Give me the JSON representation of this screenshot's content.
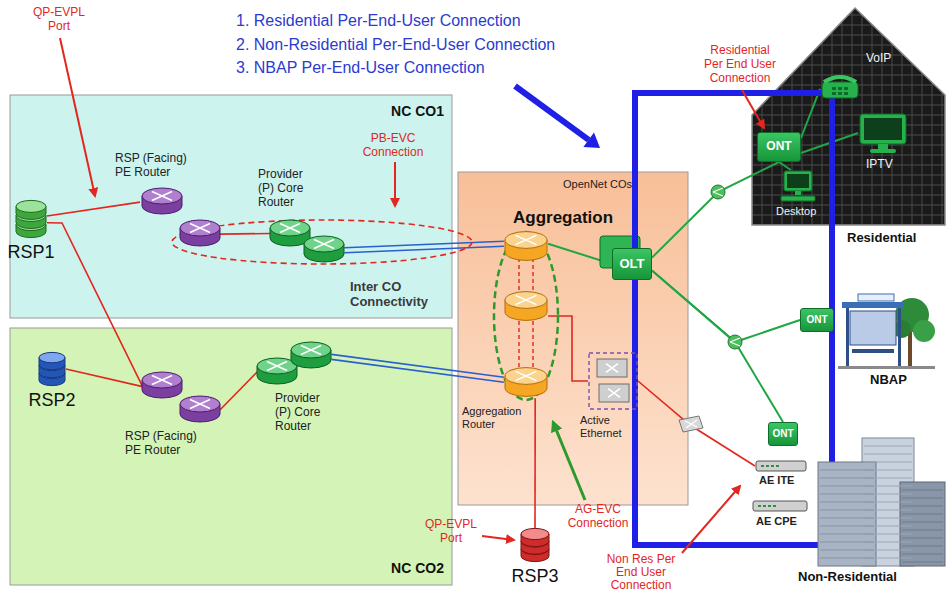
{
  "diagram": {
    "nodes": [
      {
        "text": [
          "NC CO1"
        ]
      },
      {
        "text": [
          "RSP1"
        ],
        "in": 0
      },
      {
        "text": [
          "RSP (Facing) PE Router"
        ],
        "in": 0
      },
      {
        "text": [
          "Provider (P) Core Router"
        ],
        "in": 0
      },
      {
        "text": [
          "NC CO2"
        ]
      },
      {
        "text": [
          "RSP2"
        ],
        "in": 4
      },
      {
        "text": [
          "RSP (Facing) PE Router"
        ],
        "in": 4
      },
      {
        "text": [
          "Provider (P) Core Router"
        ],
        "in": 4
      },
      {
        "text": [
          "OpenNet COs",
          "Aggregation"
        ]
      },
      {
        "text": [
          "Aggregation Router"
        ],
        "in": 8
      },
      {
        "text": [
          "OLT"
        ],
        "in": 8
      },
      {
        "text": [
          "Active Ethernet"
        ],
        "in": 8
      },
      {
        "text": [
          "RSP3"
        ]
      },
      {
        "text": [
          "Residential"
        ]
      },
      {
        "text": [
          "ONT"
        ],
        "in": 13
      },
      {
        "text": [
          "VoIP"
        ],
        "in": 13
      },
      {
        "text": [
          "IPTV"
        ],
        "in": 13
      },
      {
        "text": [
          "Desktop"
        ],
        "in": 13
      },
      {
        "text": [
          "NBAP"
        ]
      },
      {
        "text": [
          "ONT"
        ]
      },
      {
        "text": [
          "ONT"
        ]
      },
      {
        "text": [
          "Non-Residential"
        ]
      },
      {
        "text": [
          "AE ITE"
        ]
      },
      {
        "text": [
          "AE CPE"
        ]
      }
    ],
    "edges": [
      {
        "from": 1,
        "to": 2,
        "arrow": "none"
      },
      {
        "from": 2,
        "to": 3,
        "arrow": "none"
      },
      {
        "from": 3,
        "to": 9,
        "arrow": "none"
      },
      {
        "from": 1,
        "to": 6,
        "arrow": "none"
      },
      {
        "from": 5,
        "to": 6,
        "arrow": "none"
      },
      {
        "from": 6,
        "to": 7,
        "arrow": "none"
      },
      {
        "from": 7,
        "to": 9,
        "arrow": "none"
      },
      {
        "from": 12,
        "to": 9,
        "arrow": "none"
      },
      {
        "from": 9,
        "to": 10,
        "arrow": "none"
      },
      {
        "from": 9,
        "to": 11,
        "arrow": "none"
      },
      {
        "from": 10,
        "to": 14,
        "arrow": "none"
      },
      {
        "from": 10,
        "to": 19,
        "arrow": "none"
      },
      {
        "from": 10,
        "to": 20,
        "arrow": "none"
      },
      {
        "from": 14,
        "to": 15,
        "arrow": "none"
      },
      {
        "from": 14,
        "to": 16,
        "arrow": "none"
      },
      {
        "from": 14,
        "to": 17,
        "arrow": "none"
      },
      {
        "from": 11,
        "to": 22,
        "arrow": "none"
      }
    ],
    "labels": [
      "1. Residential Per-End-User Connection",
      "2. Non-Residential Per-End-User Connection",
      "3. NBAP Per-End-User Connection",
      "QP-EVPL Port",
      "PB-EVC Connection",
      "Inter CO Connectivity",
      "Residential Per End User Connection",
      "QP-EVPL Port",
      "AG-EVC Connection",
      "Non Res Per End User Connection"
    ]
  }
}
